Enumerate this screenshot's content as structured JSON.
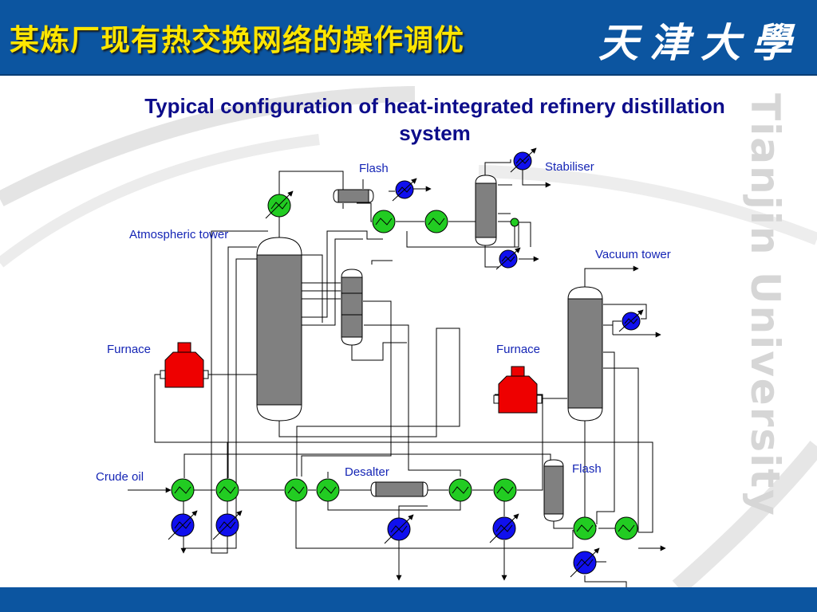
{
  "header": {
    "title": "某炼厂现有热交换网络的操作调优",
    "logo_text": "天津大學"
  },
  "watermark": "Tianjin University",
  "diagram": {
    "title": "Typical configuration of heat-integrated refinery distillation system",
    "labels": {
      "flash_top": "Flash",
      "stabiliser": "Stabiliser",
      "atmospheric_tower": "Atmospheric tower",
      "vacuum_tower": "Vacuum tower",
      "furnace_left": "Furnace",
      "furnace_right": "Furnace",
      "crude_oil": "Crude oil",
      "desalter": "Desalter",
      "flash_bottom": "Flash"
    }
  },
  "colors": {
    "header_bg": "#0c55a0",
    "header_title": "#ffe600",
    "heat_exchanger": "#22cc22",
    "cooler": "#1010ee",
    "furnace": "#ee0000",
    "vessel": "#808080",
    "label_text": "#1525b5",
    "title_text": "#0d0d8a"
  }
}
